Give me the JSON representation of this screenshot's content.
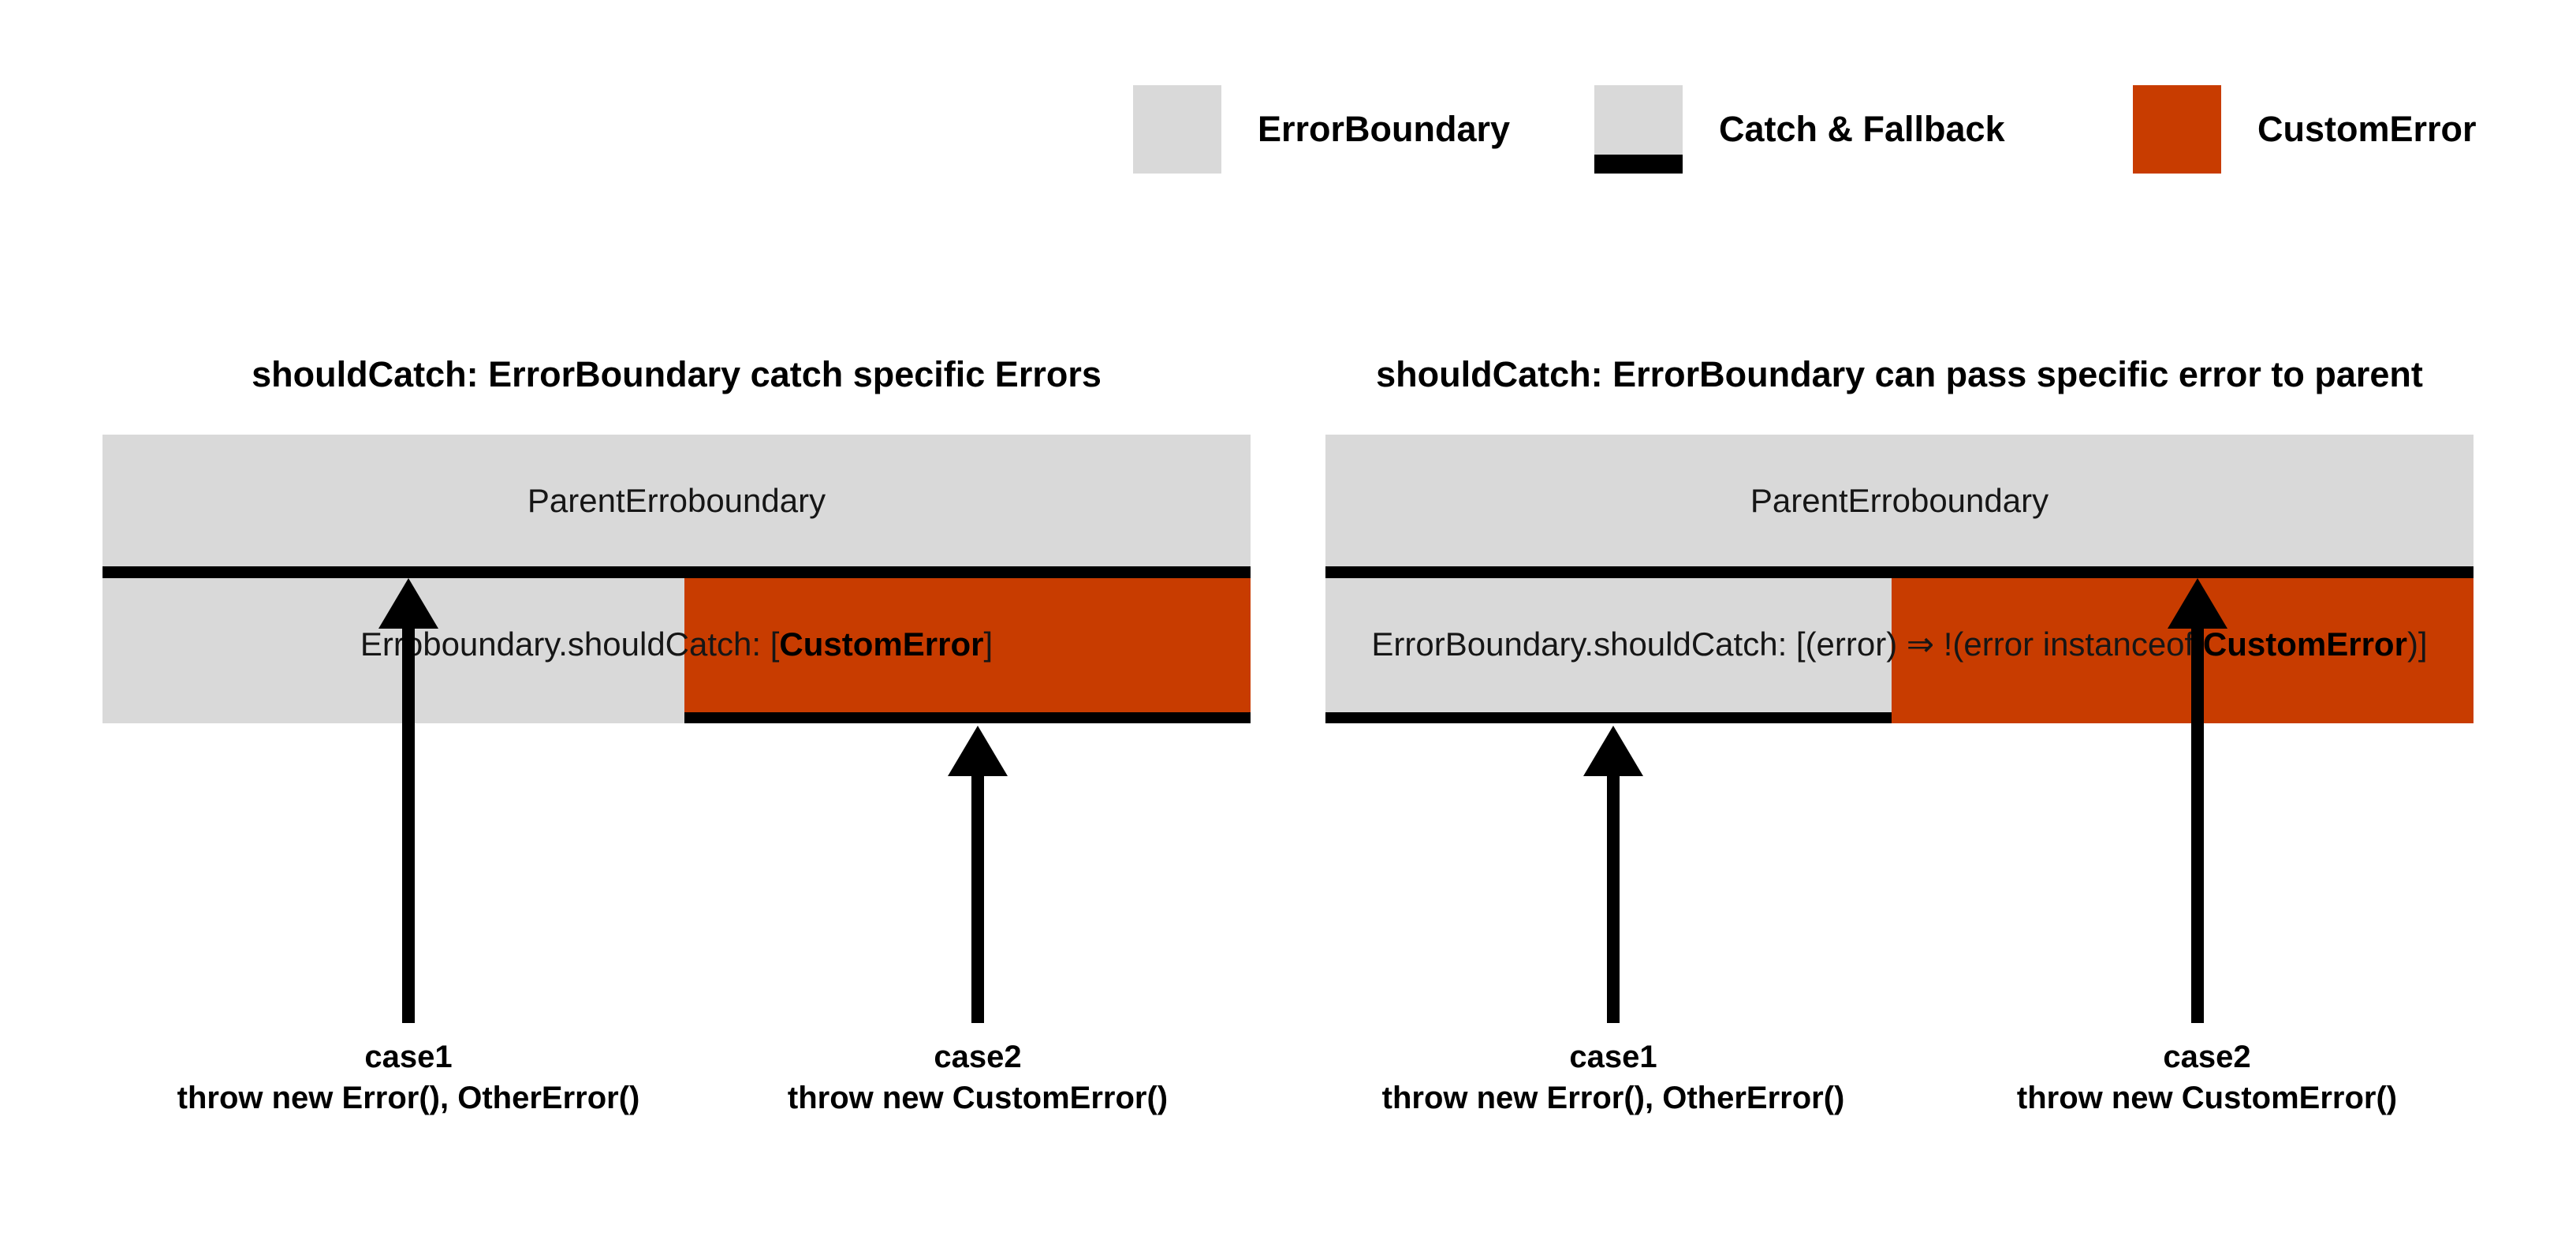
{
  "colors": {
    "error_boundary_gray": "#D9D9D9",
    "custom_error_orange": "#C83C00",
    "catch_fallback_black": "#000000"
  },
  "legend": {
    "items": [
      {
        "swatch": "gray-square",
        "label": "ErrorBoundary"
      },
      {
        "swatch": "gray-square-black-bottom",
        "label": "Catch & Fallback"
      },
      {
        "swatch": "orange-square",
        "label": "CustomError"
      }
    ]
  },
  "diagrams": [
    {
      "title": "shouldCatch: ErrorBoundary catch specific Errors",
      "parent_box_label": "ParentErroboundary",
      "child_label": {
        "prefix": "Erroboundary.shouldCatch: [",
        "bold": "CustomError",
        "suffix": "]"
      },
      "cases": [
        {
          "name": "case1",
          "code": "throw new Error(), OtherError()"
        },
        {
          "name": "case2",
          "code": "throw new CustomError()"
        }
      ]
    },
    {
      "title": "shouldCatch: ErrorBoundary can pass specific error to parent",
      "parent_box_label": "ParentErroboundary",
      "child_label": {
        "prefix": "ErrorBoundary.shouldCatch: [(error) ⇒ !(error instanceof ",
        "bold": "CustomError",
        "suffix": ")]"
      },
      "cases": [
        {
          "name": "case1",
          "code": "throw new Error(), OtherError()"
        },
        {
          "name": "case2",
          "code": "throw new CustomError()"
        }
      ]
    }
  ]
}
